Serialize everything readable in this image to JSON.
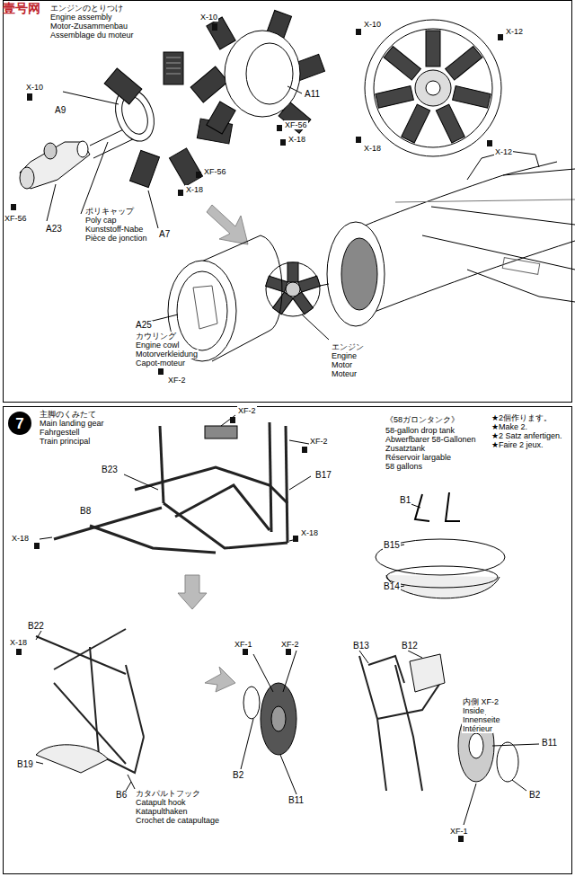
{
  "diagram": {
    "nodes": [
      {
        "text": [
          "エンジンのとりつけ",
          "Engine assembly",
          "Motor-Zusammenbau",
          "Assemblage du moteur"
        ]
      },
      {
        "text": [
          "主脚のくみたて",
          "Main landing gear",
          "Fahrgestell",
          "Train principal"
        ]
      },
      {
        "text": [
          "7"
        ],
        "in": 1
      }
    ],
    "labels": [
      "壹号网",
      "X-10",
      "A11",
      "X-10",
      "A9",
      "XF-56",
      "X-18",
      "XF-56",
      "X-18",
      "XF-56",
      "A23",
      "ポリキャップ",
      "Poly cap",
      "Kunststoff-Nabe",
      "Pièce de jonction",
      "A7",
      "X-10",
      "X-12",
      "X-18",
      "X-12",
      "A25",
      "カウリング",
      "Engine cowl",
      "Motorverkleidung",
      "Capot-moteur",
      "XF-2",
      "エンジン",
      "Engine",
      "Motor",
      "Moteur",
      "《58ガロンタンク》",
      "58-gallon drop tank",
      "Abwerfbarer 58-Gallonen",
      "Zusatztank",
      "Réservoir largable",
      "58 gallons",
      "★2個作ります。",
      "★Make 2.",
      "★2 Satz anfertigen.",
      "★Faire 2 jeux.",
      "B1",
      "B15",
      "B14",
      "XF-2",
      "B23",
      "XF-2",
      "B17",
      "B8",
      "X-18",
      "X-18",
      "B22",
      "X-18",
      "B19",
      "B6",
      "カタパルトフック",
      "Catapult hook",
      "Katapulthaken",
      "Crochet de catapultage",
      "XF-1",
      "XF-2",
      "B13",
      "B12",
      "内側 XF-2",
      "Inside",
      "Innenseite",
      "Intérieur",
      "B2",
      "B11",
      "B11",
      "B2",
      "XF-1"
    ]
  }
}
